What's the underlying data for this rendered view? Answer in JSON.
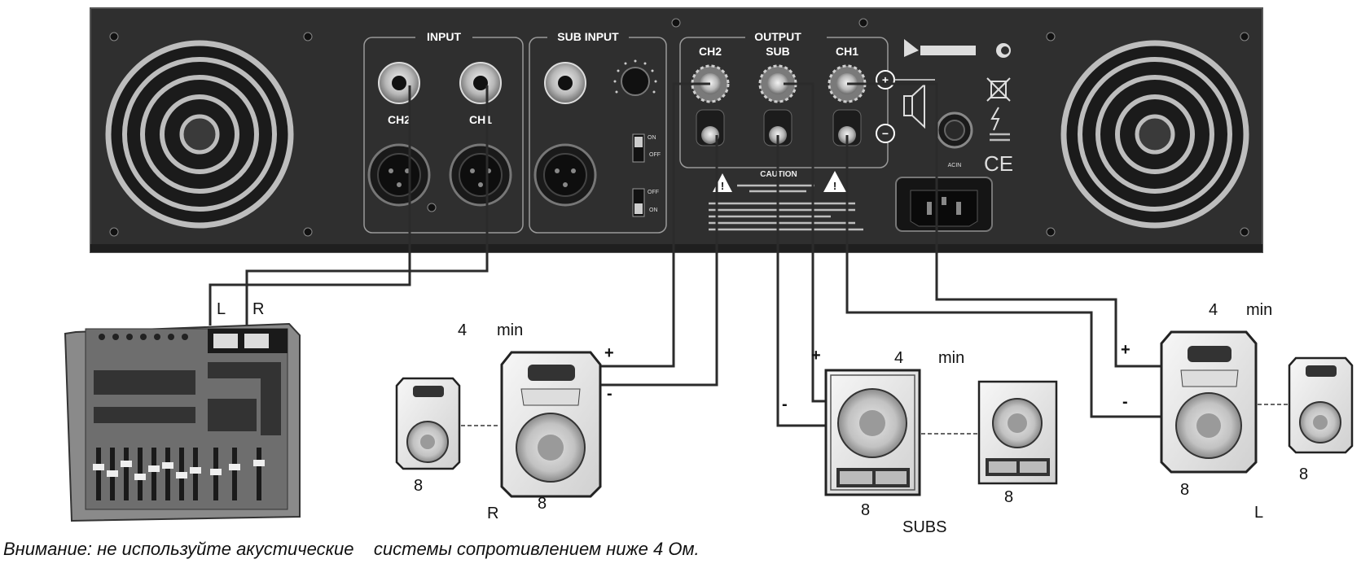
{
  "amplifier": {
    "input_label": "INPUT",
    "sub_input_label": "SUB INPUT",
    "output_label": "OUTPUT",
    "input_ch2": "CH2",
    "input_ch1": "CH1",
    "out_ch2": "CH2",
    "out_sub": "SUB",
    "out_ch1": "CH1",
    "caution": "CAUTION",
    "acin": "ACIN",
    "switch_on": "ON",
    "switch_off": "OFF",
    "plus": "+",
    "minus": "−"
  },
  "mixer": {
    "left_label": "L",
    "right_label": "R"
  },
  "speakers": {
    "right_group": {
      "impedance_min": "4",
      "min_label": "min",
      "main_impedance": "8",
      "extra_impedance": "8",
      "side_label": "R",
      "plus": "+",
      "minus": "-"
    },
    "sub_group": {
      "impedance_min": "4",
      "min_label": "min",
      "main_impedance": "8",
      "extra_impedance": "8",
      "side_label": "SUBS",
      "plus": "+",
      "minus": "-"
    },
    "left_group": {
      "impedance_min": "4",
      "min_label": "min",
      "main_impedance": "8",
      "extra_impedance": "8",
      "side_label": "L",
      "plus": "+",
      "minus": "-"
    }
  },
  "warning_note": "Внимание: не используйте акустические    системы сопротивлением ниже 4 Ом."
}
